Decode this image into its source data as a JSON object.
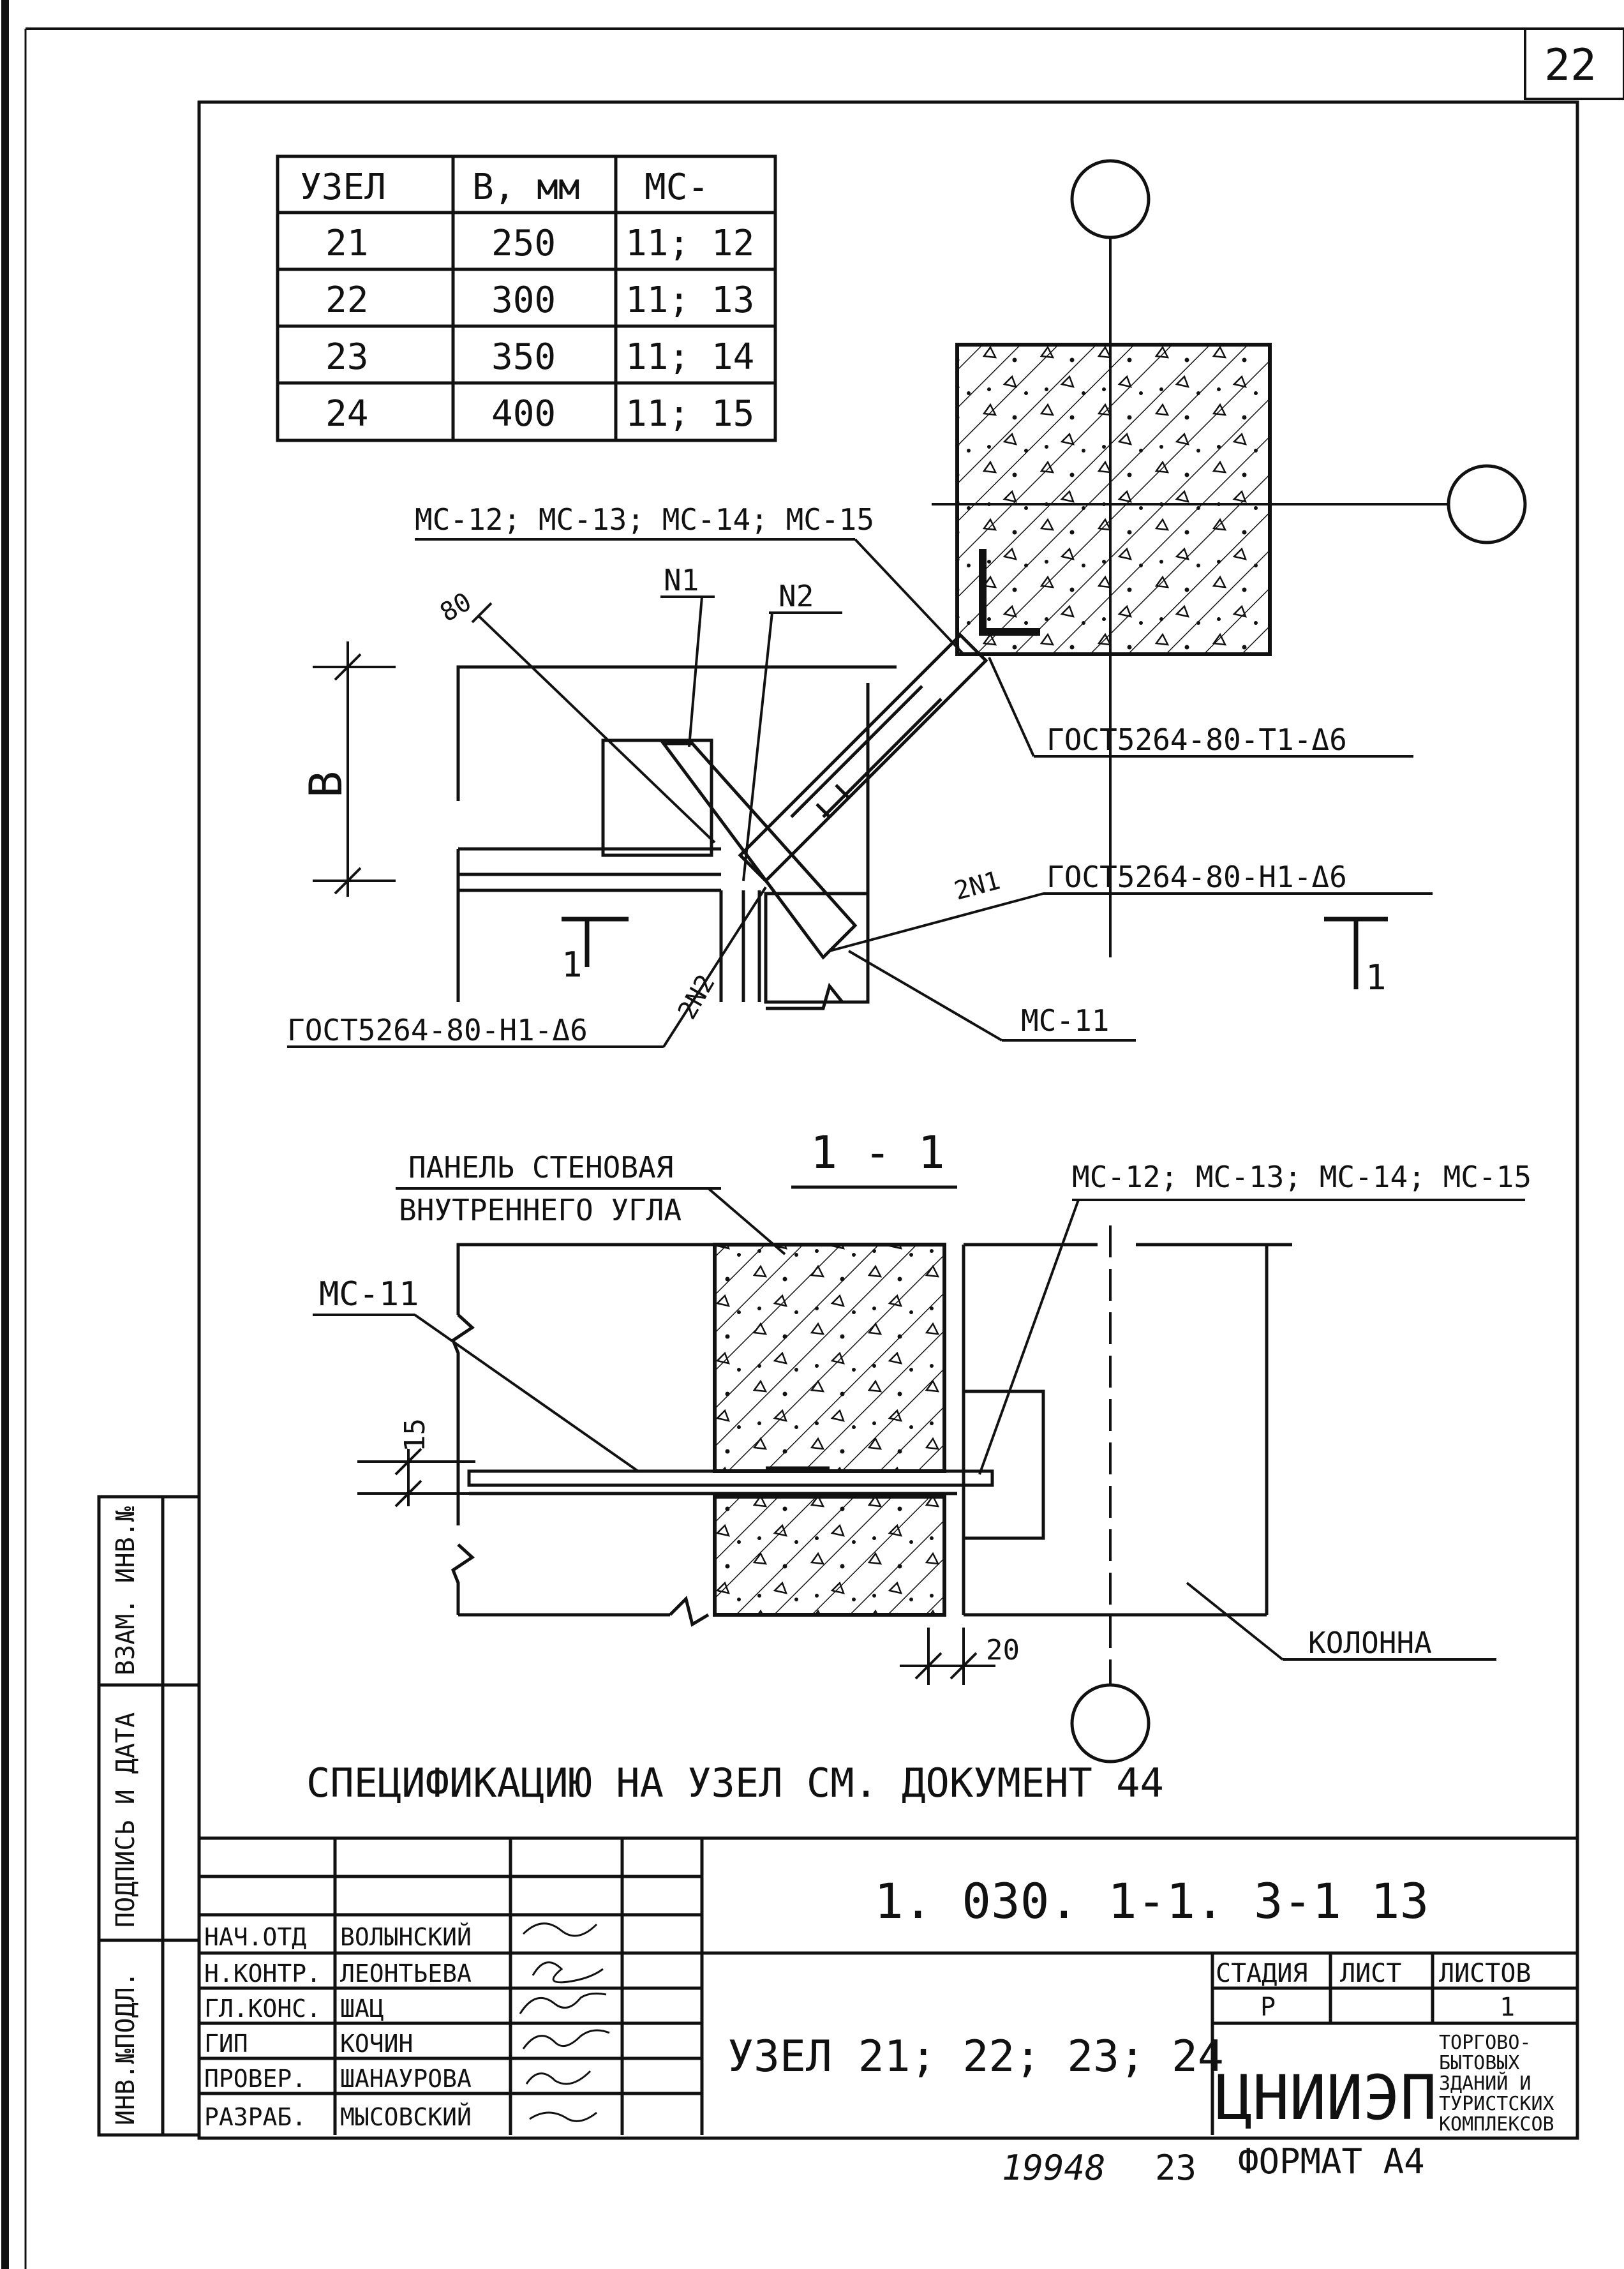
{
  "sheet_number": "22",
  "table": {
    "headers": [
      "УЗЕЛ",
      "В, мм",
      "МС-"
    ],
    "rows": [
      [
        "21",
        "250",
        "11; 12"
      ],
      [
        "22",
        "300",
        "11; 13"
      ],
      [
        "23",
        "350",
        "11; 14"
      ],
      [
        "24",
        "400",
        "11; 15"
      ]
    ]
  },
  "plan": {
    "label_ms_top": "МС-12; МС-13; МС-14; МС-15",
    "label_n1": "N1",
    "label_n2": "N2",
    "dim_80": "80",
    "dim_b": "В",
    "weld_t1": "ГОСТ5264-80-Т1-Δ6",
    "weld_2n1_mark": "2N1",
    "weld_2n1": "ГОСТ5264-80-Н1-Δ6",
    "weld_2n2_mark": "2N2",
    "weld_bottom": "ГОСТ5264-80-Н1-Δ6",
    "label_ms11": "МС-11",
    "cut_left": "1",
    "cut_right": "1"
  },
  "section": {
    "title": "1 - 1",
    "panel_label_1": "ПАНЕЛЬ СТЕНОВАЯ",
    "panel_label_2": "ВНУТРЕННЕГО УГЛА",
    "label_ms_top": "МС-12; МС-13; МС-14; МС-15",
    "label_ms11": "МС-11",
    "dim_15": "15",
    "dim_20": "20",
    "label_column": "КОЛОННА"
  },
  "note": "СПЕЦИФИКАЦИЮ НА УЗЕЛ СМ. ДОКУМЕНТ 44",
  "side_stamp": {
    "col1": "ИНВ.№ПОДЛ.",
    "col2": "ПОДПИСЬ И ДАТА",
    "col3": "ВЗАМ. ИНВ.№"
  },
  "title_block": {
    "doc_code": "1. 030. 1-1. 3-1 13",
    "title": "УЗЕЛ 21; 22; 23; 24",
    "roles": [
      {
        "role": "НАЧ.ОТД",
        "name": "ВОЛЫНСКИЙ"
      },
      {
        "role": "Н.КОНТР.",
        "name": "ЛЕОНТЬЕВА"
      },
      {
        "role": "ГЛ.КОНС.",
        "name": "ШАЦ"
      },
      {
        "role": "ГИП",
        "name": "КОЧИН"
      },
      {
        "role": "ПРОВЕР.",
        "name": "ШАНАУРОВА"
      },
      {
        "role": "РАЗРАБ.",
        "name": "МЫСОВСКИЙ"
      }
    ],
    "stage_header": "СТАДИЯ",
    "sheet_header": "ЛИСТ",
    "sheets_header": "ЛИСТОВ",
    "stage_value": "Р",
    "sheets_value": "1",
    "org": "ЦНИИЭП",
    "org_sub": [
      "ТОРГОВО-",
      "БЫТОВЫХ",
      "ЗДАНИЙ И",
      "ТУРИСТСКИХ",
      "КОМПЛЕКСОВ"
    ]
  },
  "footer": {
    "number": "19948",
    "page": "23",
    "format": "ФОРМАТ А4"
  }
}
